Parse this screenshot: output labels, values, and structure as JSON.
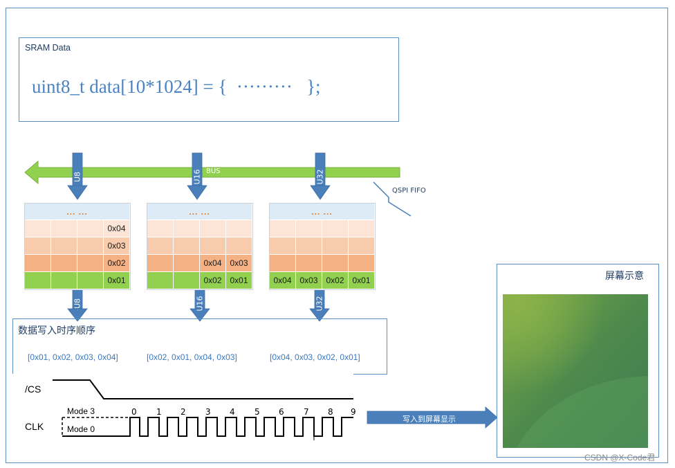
{
  "sram": {
    "title": "SRAM Data",
    "code": "uint8_t data[10*1024] = {  ·········   };"
  },
  "bus_label": "BUS",
  "qspi_fifo_label": "QSPI FIFO",
  "modes": [
    "U8",
    "U16",
    "U32"
  ],
  "fifo_header": "... ...",
  "fifos": [
    {
      "rows": [
        [
          "",
          "",
          "",
          "0x04"
        ],
        [
          "",
          "",
          "",
          "0x03"
        ],
        [
          "",
          "",
          "",
          "0x02"
        ],
        [
          "",
          "",
          "",
          "0x01"
        ]
      ]
    },
    {
      "rows": [
        [
          "",
          "",
          "",
          ""
        ],
        [
          "",
          "",
          "",
          ""
        ],
        [
          "",
          "",
          "0x04",
          "0x03"
        ],
        [
          "",
          "",
          "0x02",
          "0x01"
        ]
      ]
    },
    {
      "rows": [
        [
          "",
          "",
          "",
          ""
        ],
        [
          "",
          "",
          "",
          ""
        ],
        [
          "",
          "",
          "",
          ""
        ],
        [
          "0x04",
          "0x03",
          "0x02",
          "0x01"
        ]
      ]
    }
  ],
  "sequence": {
    "title": "数据写入时序顺序",
    "items": [
      "[0x01, 0x02, 0x03, 0x04]",
      "[0x02, 0x01, 0x04, 0x03]",
      "[0x04, 0x03, 0x02, 0x01]"
    ]
  },
  "timing": {
    "cs_label": "/CS",
    "clk_label": "CLK",
    "mode3": "Mode 3",
    "mode0": "Mode 0",
    "clock_numbers": [
      "0",
      "1",
      "2",
      "3",
      "4",
      "5",
      "6",
      "7",
      "8",
      "9"
    ]
  },
  "write_label": "写入到屏幕显示",
  "screen_title": "屏幕示意",
  "watermark": "CSDN @X-Code君",
  "colors": {
    "frame": "#5b8fc4",
    "arrow_blue": "#4a7fba",
    "bus_green": "#92d050",
    "row_header": "#ddebf7",
    "row1": "#fce4d6",
    "row2": "#f8cbad",
    "row3": "#f4b183",
    "row4": "#92d050"
  }
}
